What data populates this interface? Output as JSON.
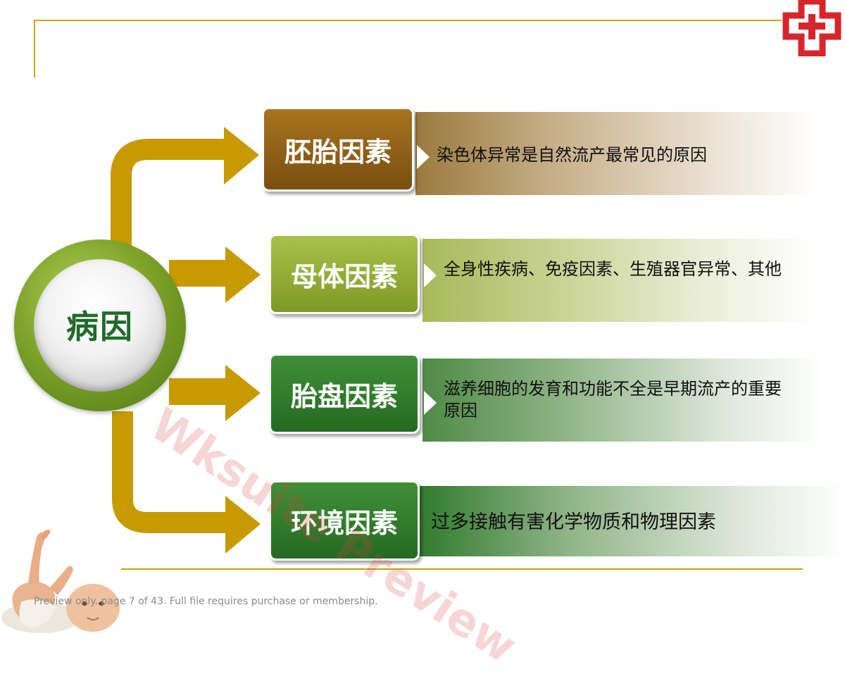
{
  "root": {
    "label": "病因"
  },
  "factors": [
    {
      "label": "胚胎因素",
      "description": "染色体异常是自然流产最常见的原因",
      "color": "#8a5a14"
    },
    {
      "label": "母体因素",
      "description": "全身性疾病、免疫因素、生殖器官异常、其他",
      "color": "#8aa52e"
    },
    {
      "label": "胎盘因素",
      "description": "滋养细胞的发育和功能不全是早期流产的重要原因",
      "color": "#2f7a2c"
    },
    {
      "label": "环境因素",
      "description": "过多接触有害化学物质和物理因素",
      "color": "#2f7a2c"
    }
  ],
  "watermark": "Wksuite Preview",
  "footer": {
    "preview_note": "Preview only. page 7 of 43. Full file requires purchase or membership."
  },
  "colors": {
    "accent_gold": "#c8a400",
    "arrow": "#c79a00",
    "logo_red": "#d7262b"
  }
}
